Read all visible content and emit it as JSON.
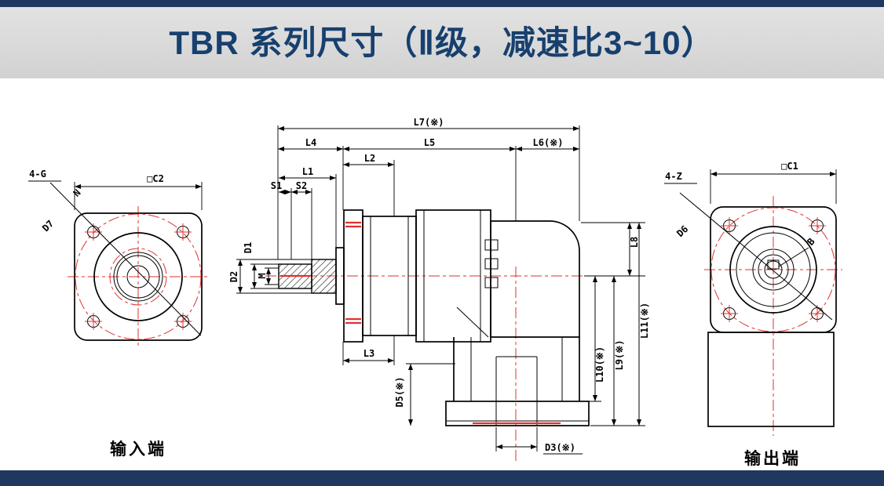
{
  "header": {
    "title": "TBR 系列尺寸（Ⅱ级，减速比3~10）"
  },
  "captions": {
    "input": "输入端",
    "output": "输出端"
  },
  "input_view": {
    "bolt_label": "4-G",
    "pin_label": "N",
    "diag_label": "D7",
    "square_label": "□C2"
  },
  "output_view": {
    "bolt_label": "4-Z",
    "diag_label": "D6",
    "key_label": "B",
    "square_label": "□C1"
  },
  "dims": {
    "L7": "L7(※)",
    "L4": "L4",
    "L5": "L5",
    "L6": "L6(※)",
    "L2": "L2",
    "L1": "L1",
    "S1": "S1",
    "S2": "S2",
    "D1": "D1",
    "D2": "D2",
    "M": "M",
    "L3": "L3",
    "D5": "D5(※)",
    "D3": "D3(※)",
    "L8": "L8",
    "L9": "L9(※)",
    "L10": "L10(※)",
    "L11": "L11(※)"
  },
  "colors": {
    "accent_blue": "#20375f",
    "title_blue": "#17406e",
    "drawing_red": "#e0312e"
  }
}
